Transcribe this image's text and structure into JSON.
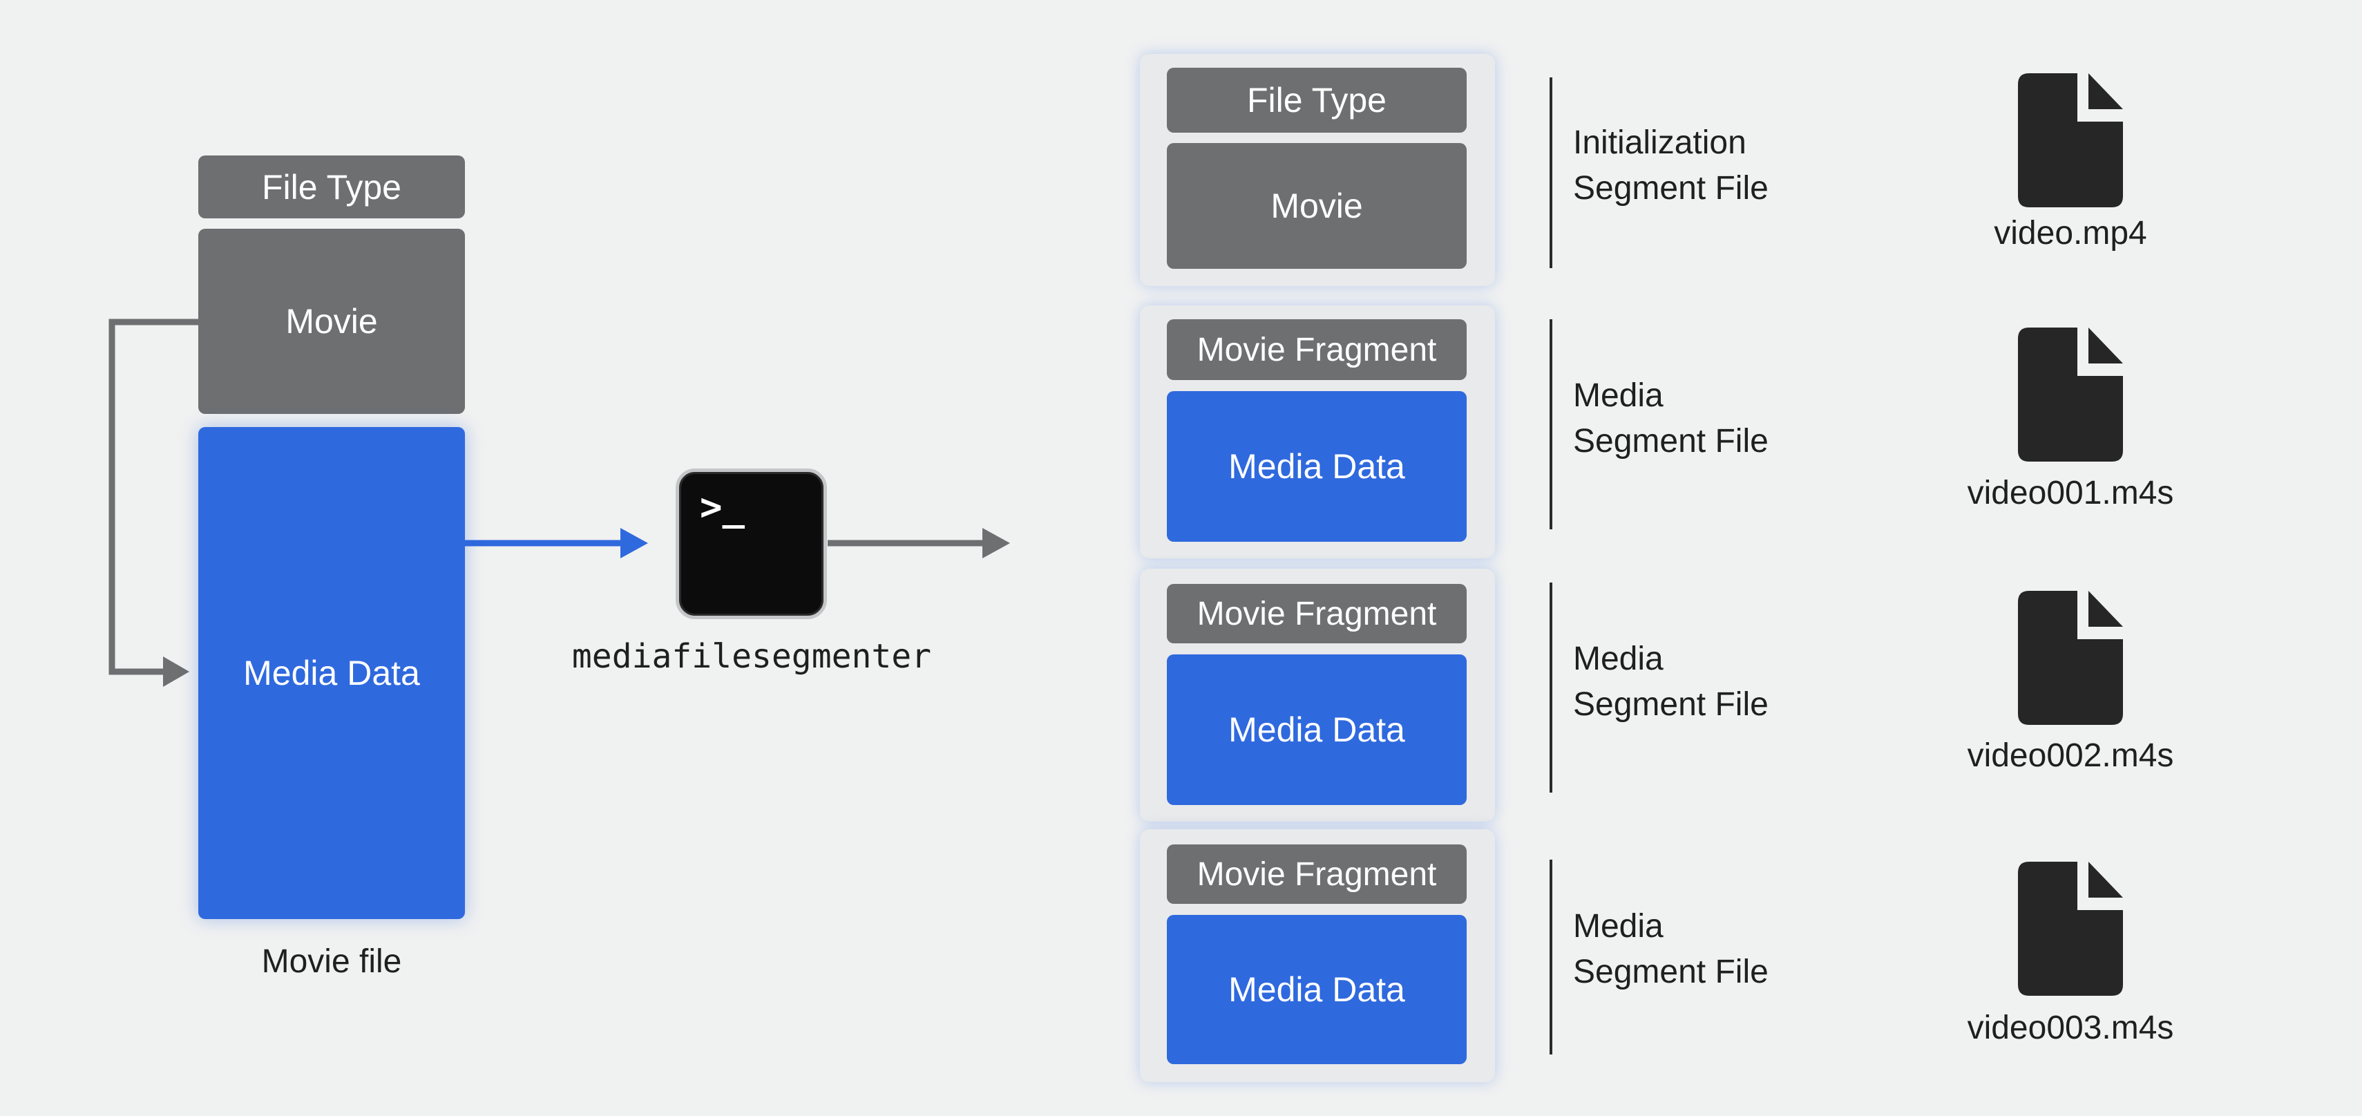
{
  "source": {
    "file_type_label": "File Type",
    "movie_label": "Movie",
    "media_data_label": "Media Data",
    "caption": "Movie file"
  },
  "tool": {
    "glyph": ">_",
    "name": "mediafilesegmenter",
    "icon": "terminal-icon"
  },
  "segments": [
    {
      "top_label": "File Type",
      "bottom_label": "Movie",
      "description_line1": "Initialization",
      "description_line2": "Segment File",
      "file_name": "video.mp4",
      "icon": "document-icon"
    },
    {
      "top_label": "Movie Fragment",
      "bottom_label": "Media Data",
      "description_line1": "Media",
      "description_line2": "Segment File",
      "file_name": "video001.m4s",
      "icon": "document-icon"
    },
    {
      "top_label": "Movie Fragment",
      "bottom_label": "Media Data",
      "description_line1": "Media",
      "description_line2": "Segment File",
      "file_name": "video002.m4s",
      "icon": "document-icon"
    },
    {
      "top_label": "Movie Fragment",
      "bottom_label": "Media Data",
      "description_line1": "Media",
      "description_line2": "Segment File",
      "file_name": "video003.m4s",
      "icon": "document-icon"
    }
  ],
  "colors": {
    "background": "#f0f1f1",
    "box_gray": "#6d6f71",
    "box_blue": "#2f69de",
    "arrow_gray": "#6d6f71",
    "arrow_blue": "#2f69de",
    "document_icon": "#262626"
  }
}
